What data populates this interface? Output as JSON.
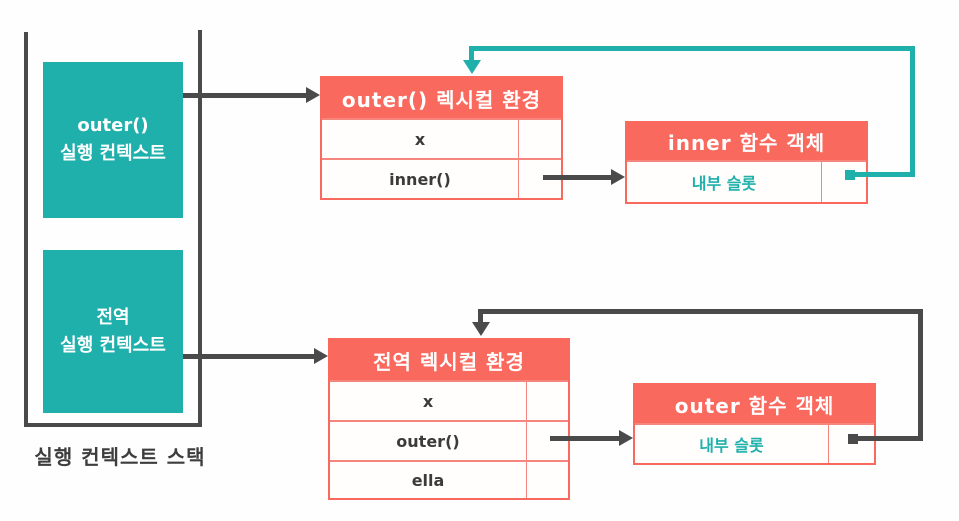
{
  "colors": {
    "teal": "#1fb0ac",
    "salmon": "#f9695e",
    "salmon_light": "#f5867d",
    "dark_line": "#4a4a4a",
    "dark_text": "#3b3b3b",
    "white_text": "#ffffff"
  },
  "stack": {
    "label": "실행 컨텍스트 스택",
    "frames": [
      {
        "line1": "outer()",
        "line2": "실행 컨텍스트"
      },
      {
        "line1": "전역",
        "line2": "실행 컨텍스트"
      }
    ]
  },
  "tables": {
    "outer_lexical_env": {
      "title": "outer() 렉시컬 환경",
      "rows": [
        {
          "name": "x"
        },
        {
          "name": "inner()"
        }
      ]
    },
    "inner_fn_object": {
      "title": "inner 함수 객체",
      "rows": [
        {
          "name": "내부 슬롯"
        }
      ]
    },
    "global_lexical_env": {
      "title": "전역 렉시컬 환경",
      "rows": [
        {
          "name": "x"
        },
        {
          "name": "outer()"
        },
        {
          "name": "ella"
        }
      ]
    },
    "outer_fn_object": {
      "title": "outer 함수 객체",
      "rows": [
        {
          "name": "내부 슬롯"
        }
      ]
    }
  }
}
